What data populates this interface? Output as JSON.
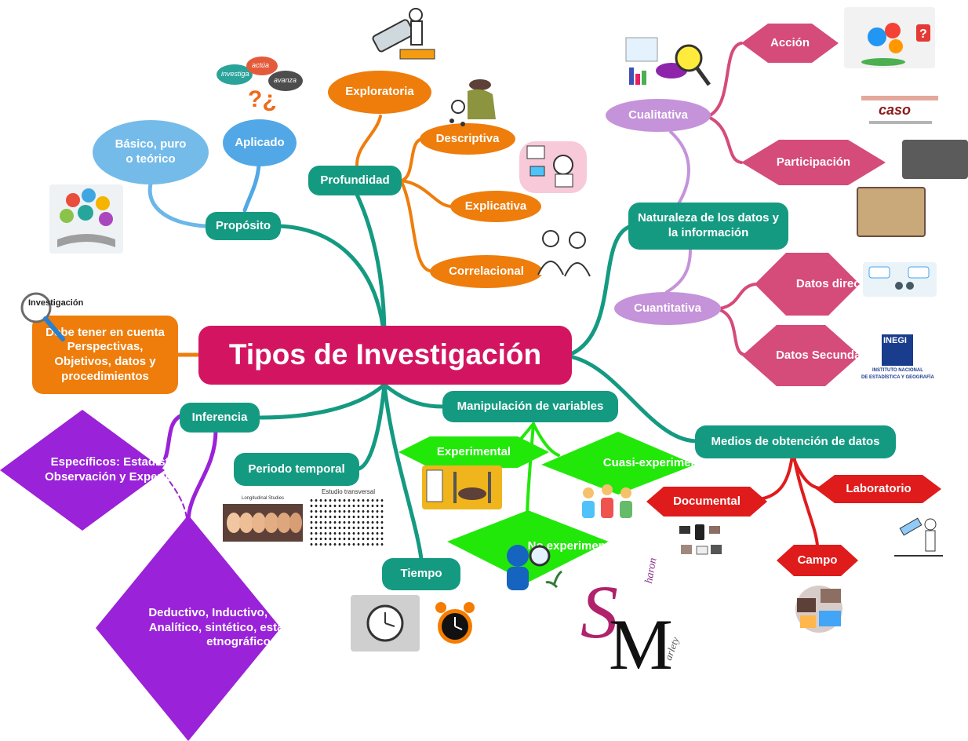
{
  "central": "Tipos de Investigación",
  "proposito": {
    "label": "Propósito",
    "basico": "Básico, puro o teórico",
    "aplicado": "Aplicado",
    "cloud_words": [
      "investiga",
      "actúa",
      "avanza"
    ]
  },
  "profundidad": {
    "label": "Profundidad",
    "exploratoria": "Exploratoria",
    "descriptiva": "Descriptiva",
    "explicativa": "Explicativa",
    "correlacional": "Correlacional"
  },
  "naturaleza": {
    "label": "Naturaleza de los datos y la información",
    "cualitativa": "Cualitativa",
    "accion": "Acción",
    "participacion": "Participación",
    "cuantitativa": "Cuantitativa",
    "directos": "Datos directos",
    "secundarios": "Datos Secundarios"
  },
  "manipulacion": {
    "label": "Manipulación de variables",
    "experimental": "Experimental",
    "cuasi": "Cuasi-experimental",
    "no_exp": "No experimental"
  },
  "medios": {
    "label": "Medios de obtención de datos",
    "documental": "Documental",
    "laboratorio": "Laboratorio",
    "campo": "Campo"
  },
  "inferencia": {
    "label": "Inferencia",
    "especificos": "Específicos: Estadístico, Observación y Experiencia",
    "deductivo": "Deductivo, Inductivo, Hipotético, Analítico, sintético, estadístico y etnográfico."
  },
  "periodo": "Periodo temporal",
  "tiempo": "Tiempo",
  "debe": "Debe tener en cuenta Perspectivas, Objetivos, datos y procedimientos",
  "investigacion_logo": "Investigación",
  "inegi": {
    "name": "INEGI",
    "line1": "INSTITUTO NACIONAL",
    "line2": "DE ESTADÍSTICA Y GEOGRAFÍA"
  },
  "estudio": {
    "longitudinal": "Longitudinal Studies",
    "transversal": "Estudio transversal"
  },
  "caso": "caso",
  "firma": {
    "initials": "SM",
    "name1": "haron",
    "name2": "arlety"
  },
  "colors": {
    "teal": "#159a82",
    "orange": "#ee7d0c",
    "pink": "#d54b7a",
    "green": "#22e80a",
    "red": "#e01b1b",
    "purple": "#9a22d8",
    "central": "#d31561"
  }
}
